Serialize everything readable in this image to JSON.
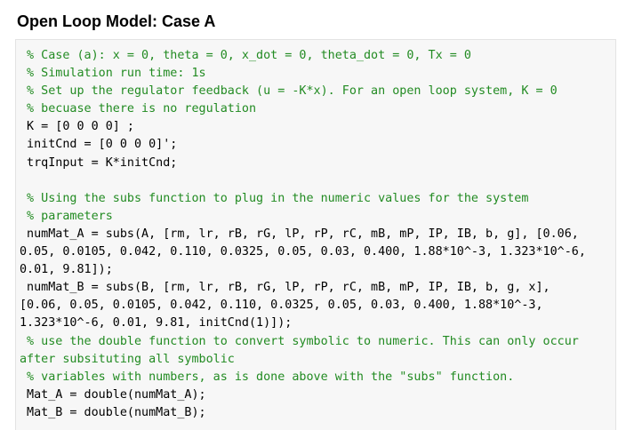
{
  "page": {
    "title": "Open Loop Model: Case A"
  },
  "colors": {
    "comment": "#228b22",
    "code": "#000000",
    "code_background": "#f7f7f7"
  },
  "code": {
    "lines": [
      {
        "text": " % Case (a): x = 0, theta = 0, x_dot = 0, theta_dot = 0, Tx = 0",
        "kind": "comment"
      },
      {
        "text": " % Simulation run time: 1s",
        "kind": "comment"
      },
      {
        "text": " % Set up the regulator feedback (u = -K*x). For an open loop system, K = 0",
        "kind": "comment"
      },
      {
        "text": " % becuase there is no regulation",
        "kind": "comment"
      },
      {
        "text": " K = [0 0 0 0] ;",
        "kind": "code"
      },
      {
        "text": " initCnd = [0 0 0 0]';",
        "kind": "code"
      },
      {
        "text": " trqInput = K*initCnd;",
        "kind": "code"
      },
      {
        "text": "",
        "kind": "code"
      },
      {
        "text": " % Using the subs function to plug in the numeric values for the system",
        "kind": "comment"
      },
      {
        "text": " % parameters",
        "kind": "comment"
      },
      {
        "text": " numMat_A = subs(A, [rm, lr, rB, rG, lP, rP, rC, mB, mP, IP, IB, b, g], [0.06,",
        "kind": "code"
      },
      {
        "text": "0.05, 0.0105, 0.042, 0.110, 0.0325, 0.05, 0.03, 0.400, 1.88*10^-3, 1.323*10^-6,",
        "kind": "code"
      },
      {
        "text": "0.01, 9.81]);",
        "kind": "code"
      },
      {
        "text": " numMat_B = subs(B, [rm, lr, rB, rG, lP, rP, rC, mB, mP, IP, IB, b, g, x],",
        "kind": "code"
      },
      {
        "text": "[0.06, 0.05, 0.0105, 0.042, 0.110, 0.0325, 0.05, 0.03, 0.400, 1.88*10^-3,",
        "kind": "code"
      },
      {
        "text": "1.323*10^-6, 0.01, 9.81, initCnd(1)]);",
        "kind": "code"
      },
      {
        "text": " % use the double function to convert symbolic to numeric. This can only occur",
        "kind": "comment"
      },
      {
        "text": "after subsituting all symbolic",
        "kind": "comment"
      },
      {
        "text": " % variables with numbers, as is done above with the \"subs\" function.",
        "kind": "comment"
      },
      {
        "text": " Mat_A = double(numMat_A);",
        "kind": "code"
      },
      {
        "text": " Mat_B = double(numMat_B);",
        "kind": "code"
      }
    ]
  }
}
